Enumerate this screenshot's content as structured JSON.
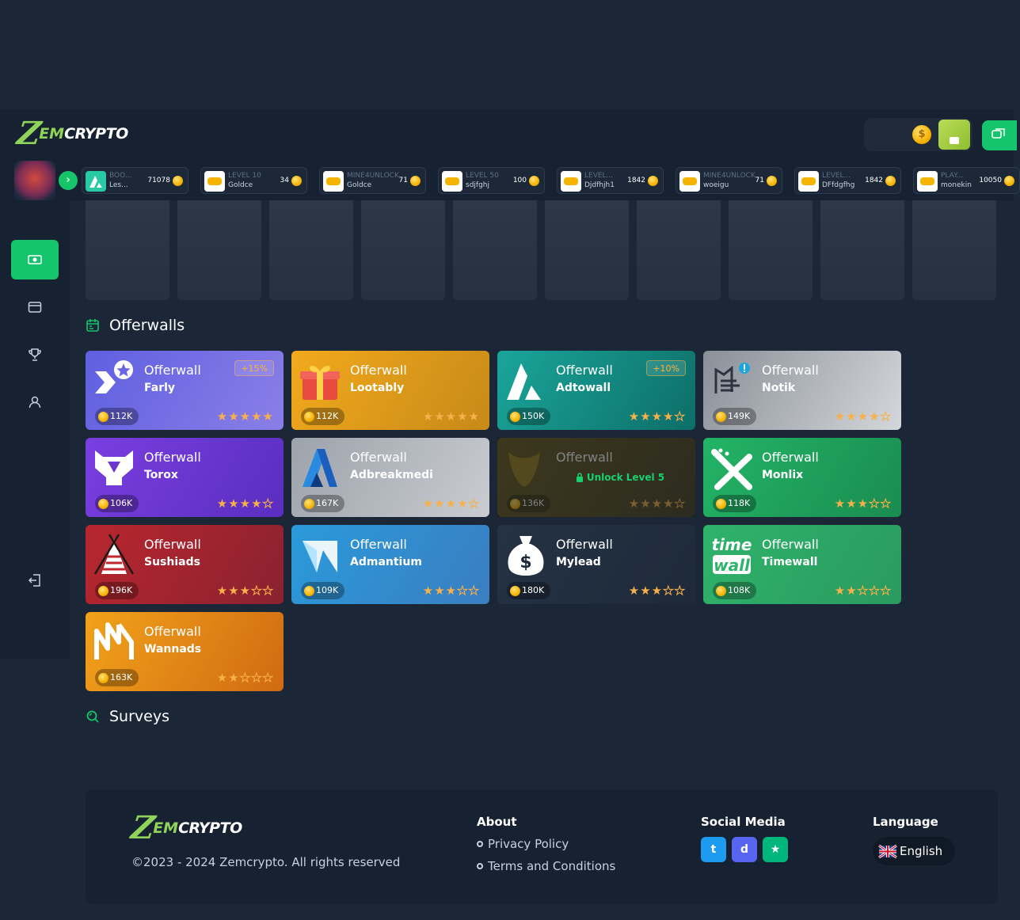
{
  "brand": {
    "logo_z": "Z",
    "logo_em": "em",
    "logo_crypto": "crypto"
  },
  "header": {
    "balance_placeholder": "·· ·",
    "coin_glyph": "$"
  },
  "ticker": [
    {
      "title": "BOO...",
      "user": "Les...",
      "amount": "71078",
      "icon": "adtowall-logo-icon"
    },
    {
      "title": "LEVEL 10",
      "user": "Goldce",
      "amount": "34",
      "icon": "glasses-icon"
    },
    {
      "title": "MINE4UNLOCK",
      "user": "Goldce",
      "amount": "71",
      "icon": "glasses-icon"
    },
    {
      "title": "LEVEL 50",
      "user": "sdjfghj",
      "amount": "100",
      "icon": "glasses-icon"
    },
    {
      "title": "LEVEL...",
      "user": "Djdfhjh1",
      "amount": "1842",
      "icon": "glasses-icon"
    },
    {
      "title": "MINE4UNLOCK",
      "user": "woeigu",
      "amount": "71",
      "icon": "glasses-icon"
    },
    {
      "title": "LEVEL...",
      "user": "DFfdgfhg",
      "amount": "1842",
      "icon": "glasses-icon"
    },
    {
      "title": "PLAY...",
      "user": "monekin",
      "amount": "10050",
      "icon": "glasses-icon"
    }
  ],
  "sidebar": {
    "items": [
      {
        "name": "earn",
        "icon": "cash-icon",
        "active": true
      },
      {
        "name": "wallet",
        "icon": "wallet-icon",
        "active": false
      },
      {
        "name": "rewards",
        "icon": "trophy-icon",
        "active": false
      },
      {
        "name": "profile",
        "icon": "user-icon",
        "active": false
      },
      {
        "name": "logout",
        "icon": "logout-icon",
        "active": false
      }
    ]
  },
  "sections": {
    "offerwalls": "Offerwalls",
    "surveys": "Surveys"
  },
  "offerwalls": [
    {
      "kind": "Offerwall",
      "name": "Farly",
      "bonus": "+15%",
      "count": "112K",
      "rating": 5,
      "colors": [
        "#5f5fe0",
        "#8a7fe8"
      ]
    },
    {
      "kind": "Offerwall",
      "name": "Lootably",
      "bonus": "",
      "count": "112K",
      "rating": 5,
      "colors": [
        "#f2a91c",
        "#c78a18"
      ]
    },
    {
      "kind": "Offerwall",
      "name": "Adtowall",
      "bonus": "+10%",
      "count": "150K",
      "rating": 4,
      "colors": [
        "#1aa59a",
        "#0d6e68"
      ]
    },
    {
      "kind": "Offerwall",
      "name": "Notik",
      "bonus": "",
      "count": "149K",
      "rating": 4,
      "colors": [
        "#8a9098",
        "#d4d7db"
      ]
    },
    {
      "kind": "Offerwall",
      "name": "Torox",
      "bonus": "",
      "count": "106K",
      "rating": 4,
      "colors": [
        "#7a3ee0",
        "#5a2ec0"
      ]
    },
    {
      "kind": "Offerwall",
      "name": "Adbreakmedi",
      "bonus": "",
      "count": "167K",
      "rating": 4,
      "colors": [
        "#9da3ab",
        "#c9ccd1"
      ]
    },
    {
      "kind": "Offerwall",
      "name": "",
      "bonus": "",
      "count": "136K",
      "rating": 4,
      "colors": [
        "#6f5a1c",
        "#4b4024"
      ],
      "locked": "Unlock Level 5"
    },
    {
      "kind": "Offerwall",
      "name": "Monlix",
      "bonus": "",
      "count": "118K",
      "rating": 3,
      "colors": [
        "#23b466",
        "#1a8c50"
      ]
    },
    {
      "kind": "Offerwall",
      "name": "Sushiads",
      "bonus": "",
      "count": "196K",
      "rating": 3,
      "colors": [
        "#b8262e",
        "#8a2230"
      ]
    },
    {
      "kind": "Offerwall",
      "name": "Admantium",
      "bonus": "",
      "count": "109K",
      "rating": 3,
      "colors": [
        "#2a9adb",
        "#3a7ec0"
      ]
    },
    {
      "kind": "Offerwall",
      "name": "Mylead",
      "bonus": "",
      "count": "180K",
      "rating": 3,
      "colors": [
        "#243244",
        "#1e2a3a"
      ]
    },
    {
      "kind": "Offerwall",
      "name": "Timewall",
      "bonus": "",
      "count": "108K",
      "rating": 2,
      "colors": [
        "#2fb36b",
        "#2a9a5e"
      ]
    },
    {
      "kind": "Offerwall",
      "name": "Wannads",
      "bonus": "",
      "count": "163K",
      "rating": 2,
      "colors": [
        "#f2a21a",
        "#d06a12"
      ]
    }
  ],
  "footer": {
    "copyright": "©2023 - 2024 Zemcrypto. All rights reserved",
    "about_title": "About",
    "links": [
      "Privacy Policy",
      "Terms and Conditions"
    ],
    "social_title": "Social Media",
    "social": [
      {
        "name": "twitter",
        "color": "#1d9bf0",
        "glyph": "t"
      },
      {
        "name": "discord",
        "color": "#5865f2",
        "glyph": "d"
      },
      {
        "name": "trustpilot",
        "color": "#00b67a",
        "glyph": "★"
      }
    ],
    "language_title": "Language",
    "language": "English"
  }
}
